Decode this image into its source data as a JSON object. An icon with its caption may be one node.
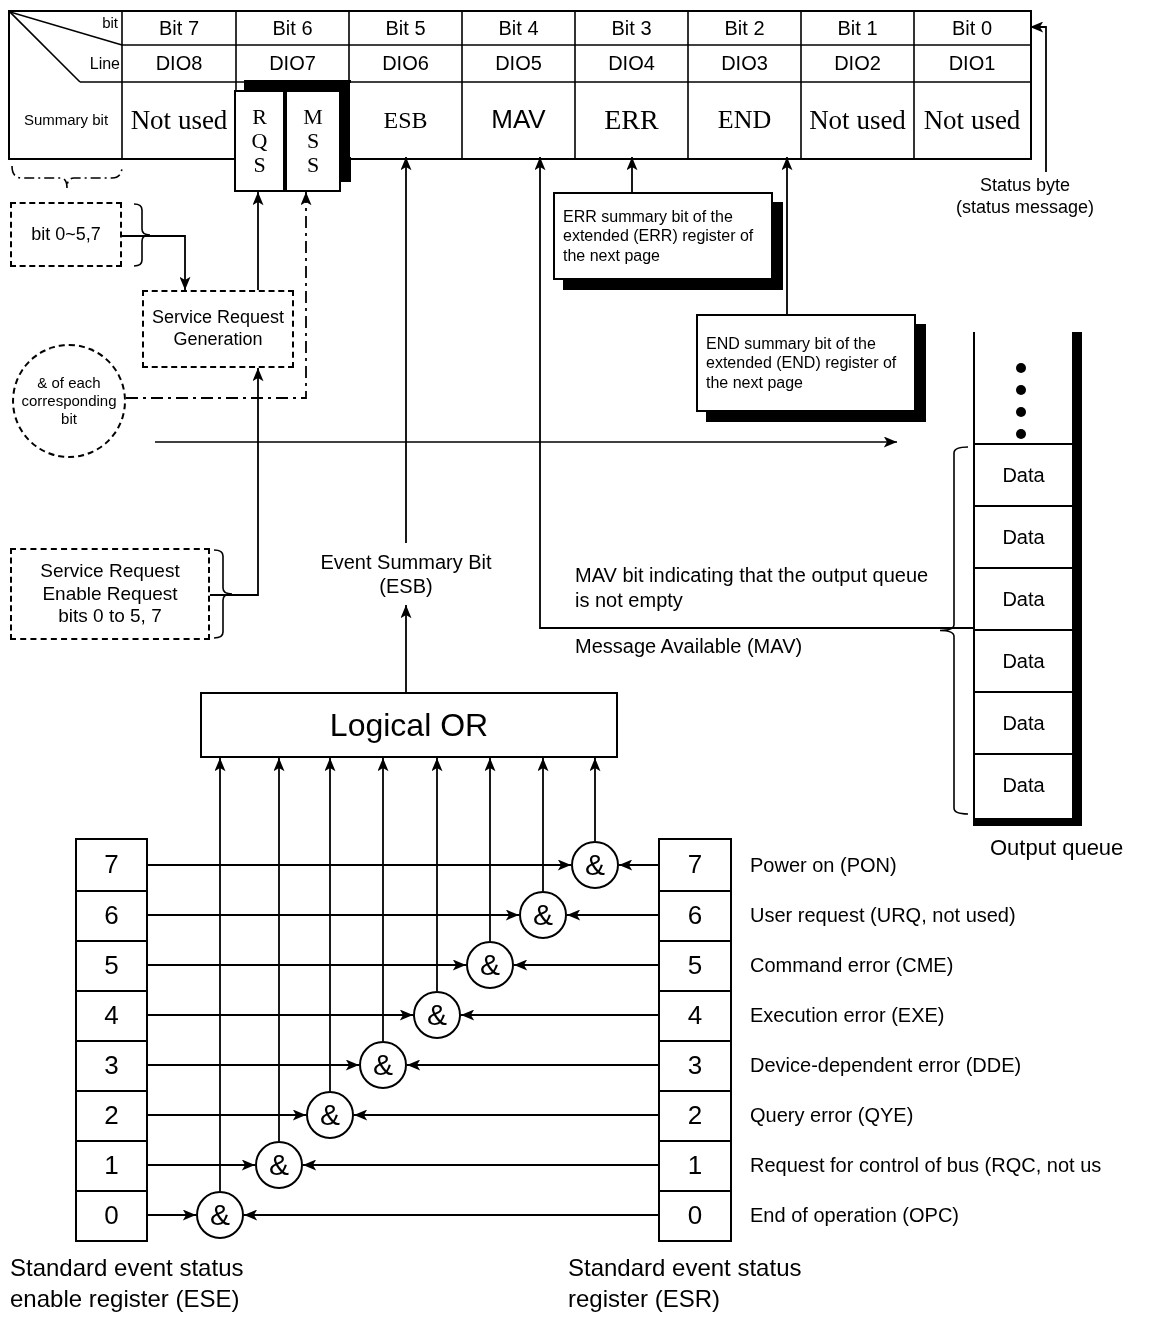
{
  "diagram": {
    "nodes": [
      {
        "text": [],
        "shape": "box"
      },
      {
        "text": [
          "Not used"
        ],
        "in": 0
      },
      {
        "text": [
          "RQS"
        ],
        "in": 0
      },
      {
        "text": [
          "MSS"
        ],
        "in": 0
      },
      {
        "text": [
          "ESB"
        ],
        "in": 0
      },
      {
        "text": [
          "MAV"
        ],
        "in": 0
      },
      {
        "text": [
          "ERR"
        ],
        "in": 0
      },
      {
        "text": [
          "END"
        ],
        "in": 0
      },
      {
        "text": [
          "Not used"
        ],
        "in": 0
      },
      {
        "text": [
          "Not used"
        ],
        "in": 0
      },
      {
        "text": [
          "Status byte (status message)"
        ]
      },
      {
        "text": [
          "ERR summary bit of the extended (ERR) register of the next page"
        ]
      },
      {
        "text": [
          "END summary bit of the extended (END) register of the next page"
        ]
      },
      {
        "text": [
          "bit 0~5,7"
        ]
      },
      {
        "text": [
          "Service Request Generation"
        ]
      },
      {
        "text": [
          "& of each corresponding bit"
        ]
      },
      {
        "text": [
          "Service Request Enable Request bits 0 to 5, 7"
        ]
      },
      {
        "text": [],
        "shape": "box",
        "beside": [
          "Output queue"
        ]
      },
      {
        "text": [
          "Data"
        ],
        "in": 17
      },
      {
        "text": [
          "Data"
        ],
        "in": 17
      },
      {
        "text": [
          "Data"
        ],
        "in": 17
      },
      {
        "text": [
          "Data"
        ],
        "in": 17
      },
      {
        "text": [
          "Data"
        ],
        "in": 17
      },
      {
        "text": [
          "Data"
        ],
        "in": 17
      },
      {
        "text": [
          "Event Summary Bit (ESB)"
        ]
      },
      {
        "text": [
          "Logical OR"
        ]
      },
      {
        "text": [],
        "shape": "box",
        "beside": [
          "Standard event status enable register (ESE)"
        ]
      },
      {
        "text": [
          "7"
        ],
        "in": 26
      },
      {
        "text": [
          "6"
        ],
        "in": 26
      },
      {
        "text": [
          "5"
        ],
        "in": 26
      },
      {
        "text": [
          "4"
        ],
        "in": 26
      },
      {
        "text": [
          "3"
        ],
        "in": 26
      },
      {
        "text": [
          "2"
        ],
        "in": 26
      },
      {
        "text": [
          "1"
        ],
        "in": 26
      },
      {
        "text": [
          "0"
        ],
        "in": 26
      },
      {
        "text": [],
        "shape": "box",
        "beside": [
          "Standard event status register (ESR)"
        ]
      },
      {
        "text": [
          "7"
        ],
        "in": 35,
        "beside": [
          "Power on (PON)"
        ]
      },
      {
        "text": [
          "6"
        ],
        "in": 35,
        "beside": [
          "User request (URQ, not used)"
        ]
      },
      {
        "text": [
          "5"
        ],
        "in": 35,
        "beside": [
          "Command error (CME)"
        ]
      },
      {
        "text": [
          "4"
        ],
        "in": 35,
        "beside": [
          "Execution error (EXE)"
        ]
      },
      {
        "text": [
          "3"
        ],
        "in": 35,
        "beside": [
          "Device-dependent error (DDE)"
        ]
      },
      {
        "text": [
          "2"
        ],
        "in": 35,
        "beside": [
          "Query error (QYE)"
        ]
      },
      {
        "text": [
          "1"
        ],
        "in": 35,
        "beside": [
          "Request for control of bus (RQC, not us"
        ]
      },
      {
        "text": [
          "0"
        ],
        "in": 35,
        "beside": [
          "End of operation (OPC)"
        ]
      },
      {
        "text": [
          "&"
        ]
      },
      {
        "text": [
          "&"
        ]
      },
      {
        "text": [
          "&"
        ]
      },
      {
        "text": [
          "&"
        ]
      },
      {
        "text": [
          "&"
        ]
      },
      {
        "text": [
          "&"
        ]
      },
      {
        "text": [
          "&"
        ]
      },
      {
        "text": [
          "&"
        ]
      }
    ],
    "edges": [
      {
        "from": 10,
        "to": 0,
        "arrow": "to"
      },
      {
        "from": 11,
        "to": 6,
        "arrow": "to"
      },
      {
        "from": 12,
        "to": 7,
        "arrow": "to"
      },
      {
        "from": 13,
        "to": 14,
        "arrow": "to"
      },
      {
        "from": 14,
        "to": 2,
        "arrow": "to"
      },
      {
        "from": 16,
        "to": 14,
        "arrow": "to"
      },
      {
        "from": 15,
        "to": 3,
        "arrow": "to",
        "style": "dashed"
      },
      {
        "from": 25,
        "to": 24,
        "arrow": "to"
      },
      {
        "from": 24,
        "to": 4,
        "arrow": "to"
      },
      {
        "from": 17,
        "to": 5,
        "arrow": "to",
        "label": "Message Available (MAV)"
      },
      {
        "from": 27,
        "to": 44,
        "arrow": "to"
      },
      {
        "from": 28,
        "to": 45,
        "arrow": "to"
      },
      {
        "from": 29,
        "to": 46,
        "arrow": "to"
      },
      {
        "from": 30,
        "to": 47,
        "arrow": "to"
      },
      {
        "from": 31,
        "to": 48,
        "arrow": "to"
      },
      {
        "from": 32,
        "to": 49,
        "arrow": "to"
      },
      {
        "from": 33,
        "to": 50,
        "arrow": "to"
      },
      {
        "from": 34,
        "to": 51,
        "arrow": "to"
      },
      {
        "from": 36,
        "to": 44,
        "arrow": "to"
      },
      {
        "from": 37,
        "to": 45,
        "arrow": "to"
      },
      {
        "from": 38,
        "to": 46,
        "arrow": "to"
      },
      {
        "from": 39,
        "to": 47,
        "arrow": "to"
      },
      {
        "from": 40,
        "to": 48,
        "arrow": "to"
      },
      {
        "from": 41,
        "to": 49,
        "arrow": "to"
      },
      {
        "from": 42,
        "to": 50,
        "arrow": "to"
      },
      {
        "from": 43,
        "to": 51,
        "arrow": "to"
      },
      {
        "from": 44,
        "to": 25,
        "arrow": "to"
      },
      {
        "from": 45,
        "to": 25,
        "arrow": "to"
      },
      {
        "from": 46,
        "to": 25,
        "arrow": "to"
      },
      {
        "from": 47,
        "to": 25,
        "arrow": "to"
      },
      {
        "from": 48,
        "to": 25,
        "arrow": "to"
      },
      {
        "from": 49,
        "to": 25,
        "arrow": "to"
      },
      {
        "from": 50,
        "to": 25,
        "arrow": "to"
      },
      {
        "from": 51,
        "to": 25,
        "arrow": "to"
      }
    ],
    "labels": [
      "bit",
      "Bit 7",
      "Bit 6",
      "Bit 5",
      "Bit 4",
      "Bit 3",
      "Bit 2",
      "Bit 1",
      "Bit 0",
      "Line",
      "DIO8",
      "DIO7",
      "DIO6",
      "DIO5",
      "DIO4",
      "DIO3",
      "DIO2",
      "DIO1",
      "Summary bit",
      "MAV bit indicating that the output queue is not empty"
    ]
  }
}
